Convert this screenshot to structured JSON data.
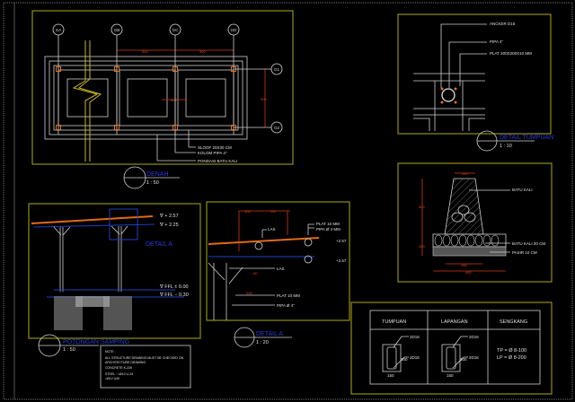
{
  "colors": {
    "background": "#000000",
    "frame": "#8f8f10",
    "lines": "#cfcfcf",
    "dimension": "#d03a10",
    "titles": "#2a3ad8",
    "roof": "#e06a18"
  },
  "denah": {
    "grid_cols": [
      "GA",
      "GB",
      "GC",
      "GD"
    ],
    "grid_rows": [
      "G1",
      "G2"
    ],
    "dims": [
      "300",
      "300",
      "300",
      "300"
    ],
    "notes": [
      "SLOOF 20X30 CM",
      "KOLOM PIPA 4\"",
      "PONDASI BATU KALI"
    ],
    "title": "DENAH",
    "scale": "1 : 50"
  },
  "tumpuan": {
    "labels": [
      "ANCKER D16",
      "PIPA 4\"",
      "PLAT 200X200X10 MM"
    ],
    "title": "DETAIL TUMPUAN",
    "scale": "1 : 10"
  },
  "pondasi": {
    "labels": [
      "BATU KALI",
      "BATU KALI 20 CM",
      "PASIR 10 CM"
    ],
    "dims": [
      "250",
      "600",
      "300",
      "550",
      "650"
    ]
  },
  "table": {
    "headers": [
      "TUMPUAN",
      "LAPANGAN",
      "SENGKANG"
    ],
    "tumpuan_labels": [
      "2D16",
      "2D16",
      "300",
      "150"
    ],
    "lapangan_labels": [
      "2D16",
      "2D16",
      "300",
      "150"
    ],
    "sengkang": [
      "TP = Ø 8-100",
      "LP = Ø 8-200"
    ]
  },
  "potongan": {
    "levels": [
      "∇ + 2.57",
      "∇ + 2.25",
      "∇ FFL  ± 0.00",
      "∇ FFL  − 0.30"
    ],
    "detail_ref": "DETAIL A",
    "title": "POTONGAN SAMPING",
    "scale": "1 : 50"
  },
  "detail_a": {
    "dims": [
      "300",
      "700",
      "80",
      "200"
    ],
    "labels": [
      "LAS",
      "PLAT 10 MM",
      "PIPA Ø 4 MM",
      "+2.57",
      "+2.57",
      "LAS",
      "PLAT 10 MM",
      "PIPA Ø 4\""
    ],
    "title": "DETAIL A",
    "scale": "1 : 20"
  },
  "notes": {
    "lines": [
      "NOTE :",
      "ALL STRUCTURE DRAWING MUST BE CHECKED ON",
      "ARCHITECTURE DRAWING",
      "CONCRETE K-225",
      "STEEL :  <Ø12   U-24",
      "             >Ø12   U40"
    ]
  }
}
